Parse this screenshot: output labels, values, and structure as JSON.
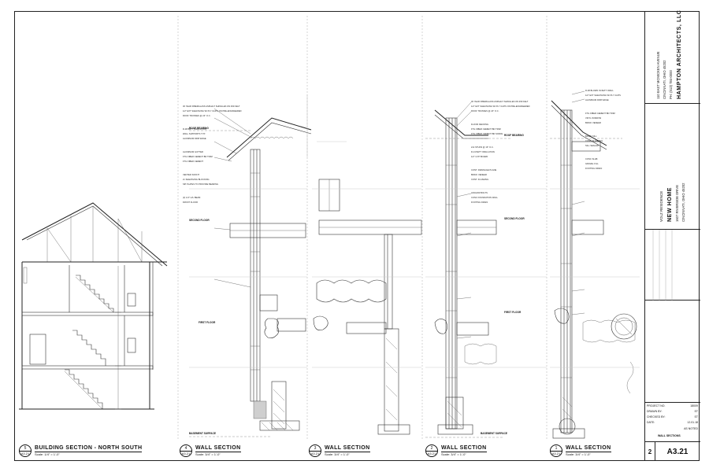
{
  "sections": [
    {
      "num": "5",
      "ref": "A3.21",
      "title": "BUILDING SECTION - NORTH SOUTH",
      "scale": "Scale: 1/4\" = 1'-0\""
    },
    {
      "num": "4",
      "ref": "A3.21",
      "title": "WALL SECTION",
      "scale": "Scale: 3/4\" = 1'-0\""
    },
    {
      "num": "3",
      "ref": "A3.21",
      "title": "WALL SECTION",
      "scale": "Scale: 3/4\" = 1'-0\""
    },
    {
      "num": "2",
      "ref": "A3.21",
      "title": "WALL SECTION",
      "scale": "Scale: 3/4\" = 1'-0\""
    },
    {
      "num": "1",
      "ref": "A3.21",
      "title": "WALL SECTION",
      "scale": "Scale: 3/4\" = 1'-0\""
    }
  ],
  "levels": {
    "roof_bearing": "ROOF BEARING",
    "second_floor": "SECOND FLOOR",
    "first_floor": "FIRST FLOOR",
    "basement": "BASEMENT SURFACE"
  },
  "notes_w4": [
    "30 YEAR FIBERGLASS ASPHALT SHINGLES ON #30 FELT",
    "1/2\" EXT SHEATHING W/ PLY CLIPS ON PRE-ENGINEERED",
    "ROOF TRUSSES @ 24\" O.C.",
    "R-38 BATT INSULATION",
    "WALL SUPPORTS TYP.",
    "ALUMINUM DRIP EDGE",
    "ALUMINUM GUTTER",
    "FTG FIBER CEMENT BD TRIM",
    "FTG FIBER CEMENT",
    "VENTED SOFFIT",
    "2x SHEATHING BLOCKING",
    "SIP PLATES TO PROVIDE BEARING",
    "(2) 1/4\" LVL BEAM",
    "FRONT FLOOR"
  ],
  "notes_w2": [
    "30 YEAR FIBERGLASS ASPHALT SHINGLES ON #30 FELT",
    "1/2\" EXT SHEATHING W/ PLY CLIPS ON PRE-ENGINEERED",
    "ROOF TRUSSES @ 24\" O.C.",
    "FLOOR DECKING",
    "FTG FIBER CEMENT BD TRIM",
    "FTG FIBER CEMENT BD SIDING",
    "2x4 STUDS @ 16\" O.C.",
    "R-13 BATT INSULATION",
    "1/2\" GYP BOARD",
    "CONT. DRAINAGE PLANE",
    "BRICK VENEER",
    "CONT. FLASHING",
    "ANCHOR BOLTS",
    "CONC FOUNDATION WALL",
    "FOOTING DRAIN"
  ],
  "notes_w1": [
    "R-38 BLOWN IN BATT INSUL",
    "1/2\" EXT SHEATHING W/ PLY CLIPS",
    "ALUMINUM DRIP EDGE",
    "FTG FIBER CEMENT BD TRIM",
    "VINYL WINDOW",
    "BRICK VENEER",
    "BRICK SILL",
    "CONT. FLASHING",
    "SILL SEALER",
    "CONC SLAB",
    "GRAVEL FILL",
    "FOOTING DRAIN"
  ],
  "title_block": {
    "address_line1": "110 EAST MCMICKEN AVENUE",
    "address_line2": "CINCINNATI, OHIO 45202",
    "phone": "PH: (513) 784-0000",
    "firm": "HAMPTON ARCHITECTS, LLC",
    "client": "VOLZ RESIDENCE",
    "project": "NEW HOME",
    "site_line1": "1607 RIVERSIDE DRIVE",
    "site_line2": "CINCINNATI, OHIO 45202",
    "project_no_label": "PROJECT NO.",
    "project_no": "18009",
    "drawn_label": "DRAWN BY:",
    "drawn": "ST",
    "checked_label": "CHECKED BY:",
    "checked": "ST",
    "date_label": "DATE:",
    "date": "12.01.18",
    "status": "AS NOTED",
    "sheet_title": "WALL SECTIONS",
    "sheet_seq": "2",
    "sheet_no": "A3.21"
  }
}
